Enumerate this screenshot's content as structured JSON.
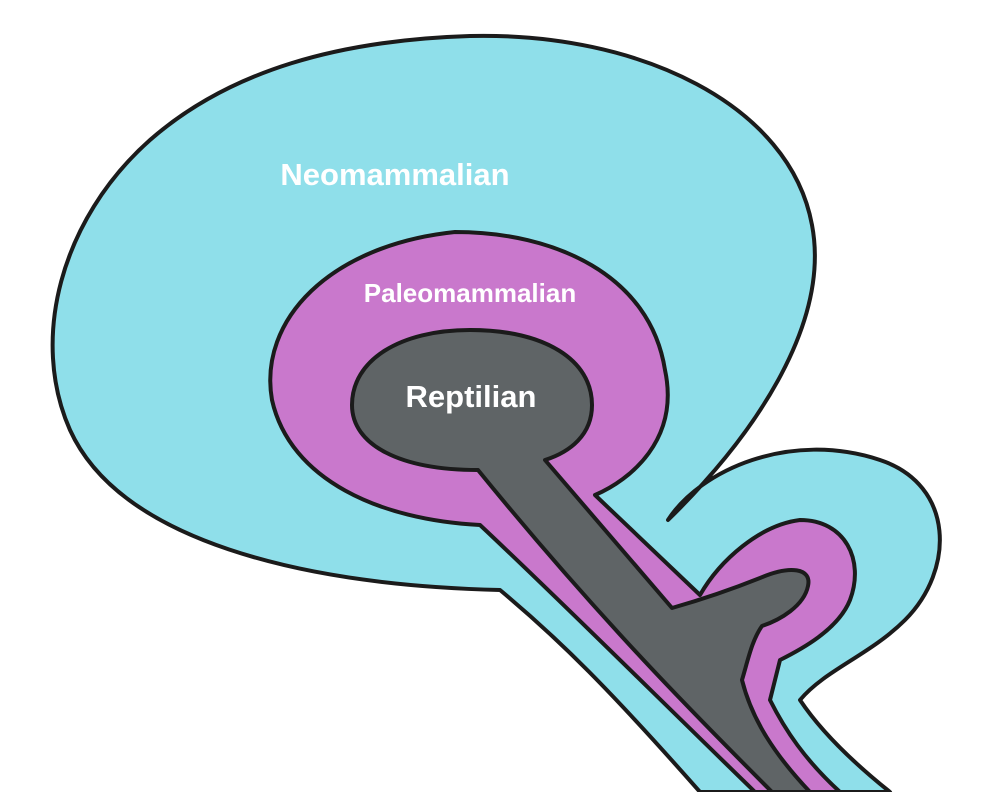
{
  "diagram": {
    "layers": [
      {
        "id": "neomammalian",
        "label": "Neomammalian",
        "fill": "#8fdfea",
        "text_color": "#ffffff"
      },
      {
        "id": "paleomammalian",
        "label": "Paleomammalian",
        "fill": "#c978cc",
        "text_color": "#ffffff"
      },
      {
        "id": "reptilian",
        "label": "Reptilian",
        "fill": "#5f6466",
        "text_color": "#ffffff"
      }
    ],
    "outline_color": "#1b1b1b",
    "background": "#ffffff"
  }
}
